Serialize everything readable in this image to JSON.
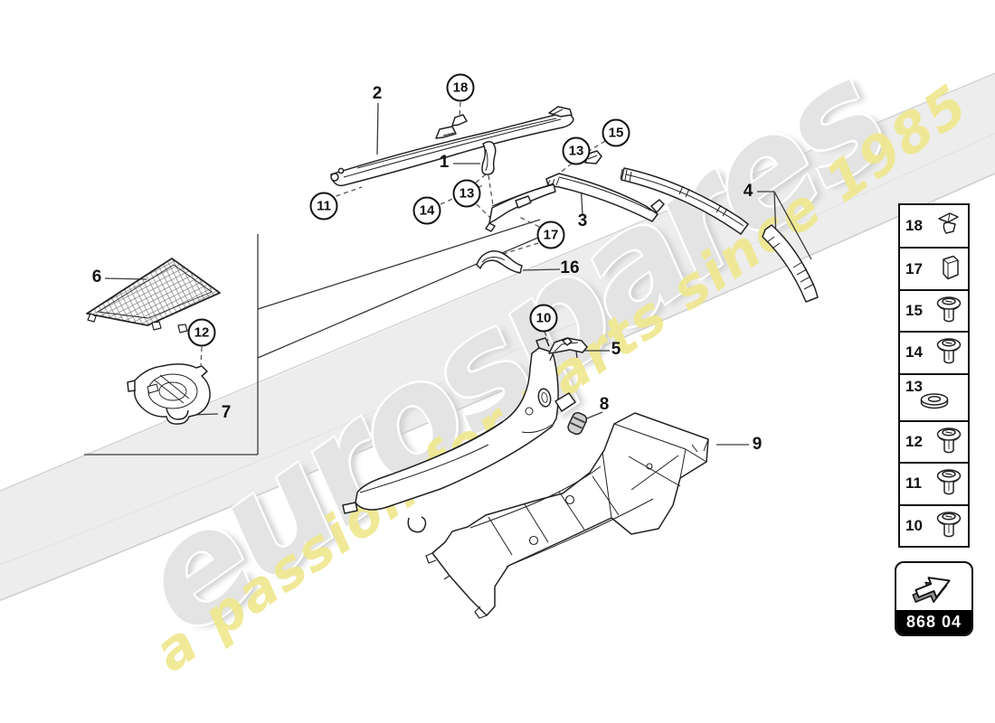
{
  "watermark": {
    "brand": "eurospares",
    "tagline": "a passion for parts since 1985"
  },
  "callouts": {
    "circled": [
      {
        "label": "18"
      },
      {
        "label": "11"
      },
      {
        "label": "13"
      },
      {
        "label": "14"
      },
      {
        "label": "13"
      },
      {
        "label": "15"
      },
      {
        "label": "17"
      },
      {
        "label": "12"
      },
      {
        "label": "10"
      }
    ],
    "plain": [
      {
        "label": "2"
      },
      {
        "label": "1"
      },
      {
        "label": "3"
      },
      {
        "label": "16"
      },
      {
        "label": "4"
      },
      {
        "label": "6"
      },
      {
        "label": "7"
      },
      {
        "label": "5"
      },
      {
        "label": "8"
      },
      {
        "label": "9"
      }
    ]
  },
  "hardware_panel": {
    "items": [
      {
        "number": "18",
        "icon": "clip"
      },
      {
        "number": "17",
        "icon": "expanding-nut"
      },
      {
        "number": "15",
        "icon": "screw"
      },
      {
        "number": "14",
        "icon": "screw"
      },
      {
        "number": "13",
        "icon": "washer"
      },
      {
        "number": "12",
        "icon": "screw"
      },
      {
        "number": "11",
        "icon": "screw"
      },
      {
        "number": "10",
        "icon": "screw"
      }
    ]
  },
  "part_code": {
    "code": "868 04"
  },
  "colors": {
    "accent_yellow": "#efe88f",
    "watermark_gray": "#e4e4e4",
    "line": "#222222"
  }
}
